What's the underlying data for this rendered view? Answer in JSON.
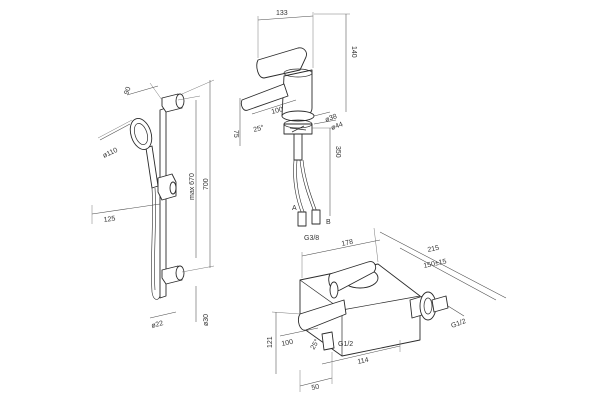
{
  "colors": {
    "line": "#2b2b2b",
    "dimension": "#4a4a4a",
    "background": "#ffffff"
  },
  "shower_set": {
    "dim_head_depth": "90",
    "dim_head_diameter": "ø110",
    "dim_head_offset": "125",
    "dim_max_height": "max 670",
    "dim_rail_length": "700",
    "dim_rail_diameter": "ø22",
    "dim_wall_bracket": "ø30"
  },
  "basin_mixer": {
    "dim_width": "133",
    "dim_height": "140",
    "dim_spout_reach": "100",
    "dim_angle": "25°",
    "dim_spout_height": "75",
    "dim_hole_min": "ø38",
    "dim_hole_max": "ø44",
    "dim_hose_length": "350",
    "dim_thread": "G3/8",
    "label_a": "A",
    "label_b": "B"
  },
  "bath_mixer": {
    "dim_depth": "215",
    "dim_body_width": "178",
    "dim_centres": "150±15",
    "dim_height": "121",
    "dim_spout": "100",
    "dim_outlet_thread": "G1/2",
    "dim_outlet_angle": "25°",
    "dim_inlet_thread": "G1/2",
    "dim_offset": "114",
    "dim_base": "50"
  }
}
